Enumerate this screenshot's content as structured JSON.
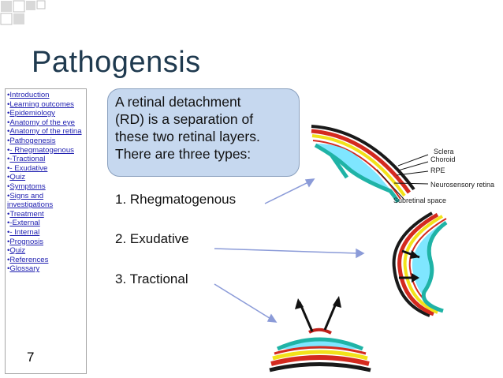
{
  "title": "Pathogensis",
  "slide_number": "7",
  "sidebar": {
    "items": [
      "Introduction",
      "Learning outcomes",
      "Epidemiology",
      "Anatomy of the eye",
      "Anatomy of the retina",
      "Pathogenesis",
      "- Rhegmatogenous",
      "-Tractional",
      "- Exudative",
      "Quiz",
      "Symptoms",
      "Signs and investigations",
      "Treatment",
      "-External",
      "- Internal",
      "Prognosis",
      "Quiz",
      "References",
      "Glossary"
    ]
  },
  "callout": {
    "lines": [
      "A retinal detachment",
      "(RD) is a separation of",
      "these two retinal layers.",
      "There are three types:"
    ]
  },
  "types": [
    "1. Rhegmatogenous",
    "2. Exudative",
    "3. Tractional"
  ],
  "diagram_labels": {
    "sclera": "Sclera",
    "choroid": "Choroid",
    "rpe": "RPE",
    "neurosensory": "Neurosensory retina",
    "subretinal": "Subretinal space"
  },
  "colors": {
    "title": "#1f3a4f",
    "callout_fill": "#c6d8ef",
    "arrow": "#8b9bd8",
    "sclera": "#1a1a1a",
    "choroid": "#d42a1f",
    "rpe": "#f2e21a",
    "retina": "#1fb3a6",
    "subretinal_fluid": "#7fe6ff"
  }
}
